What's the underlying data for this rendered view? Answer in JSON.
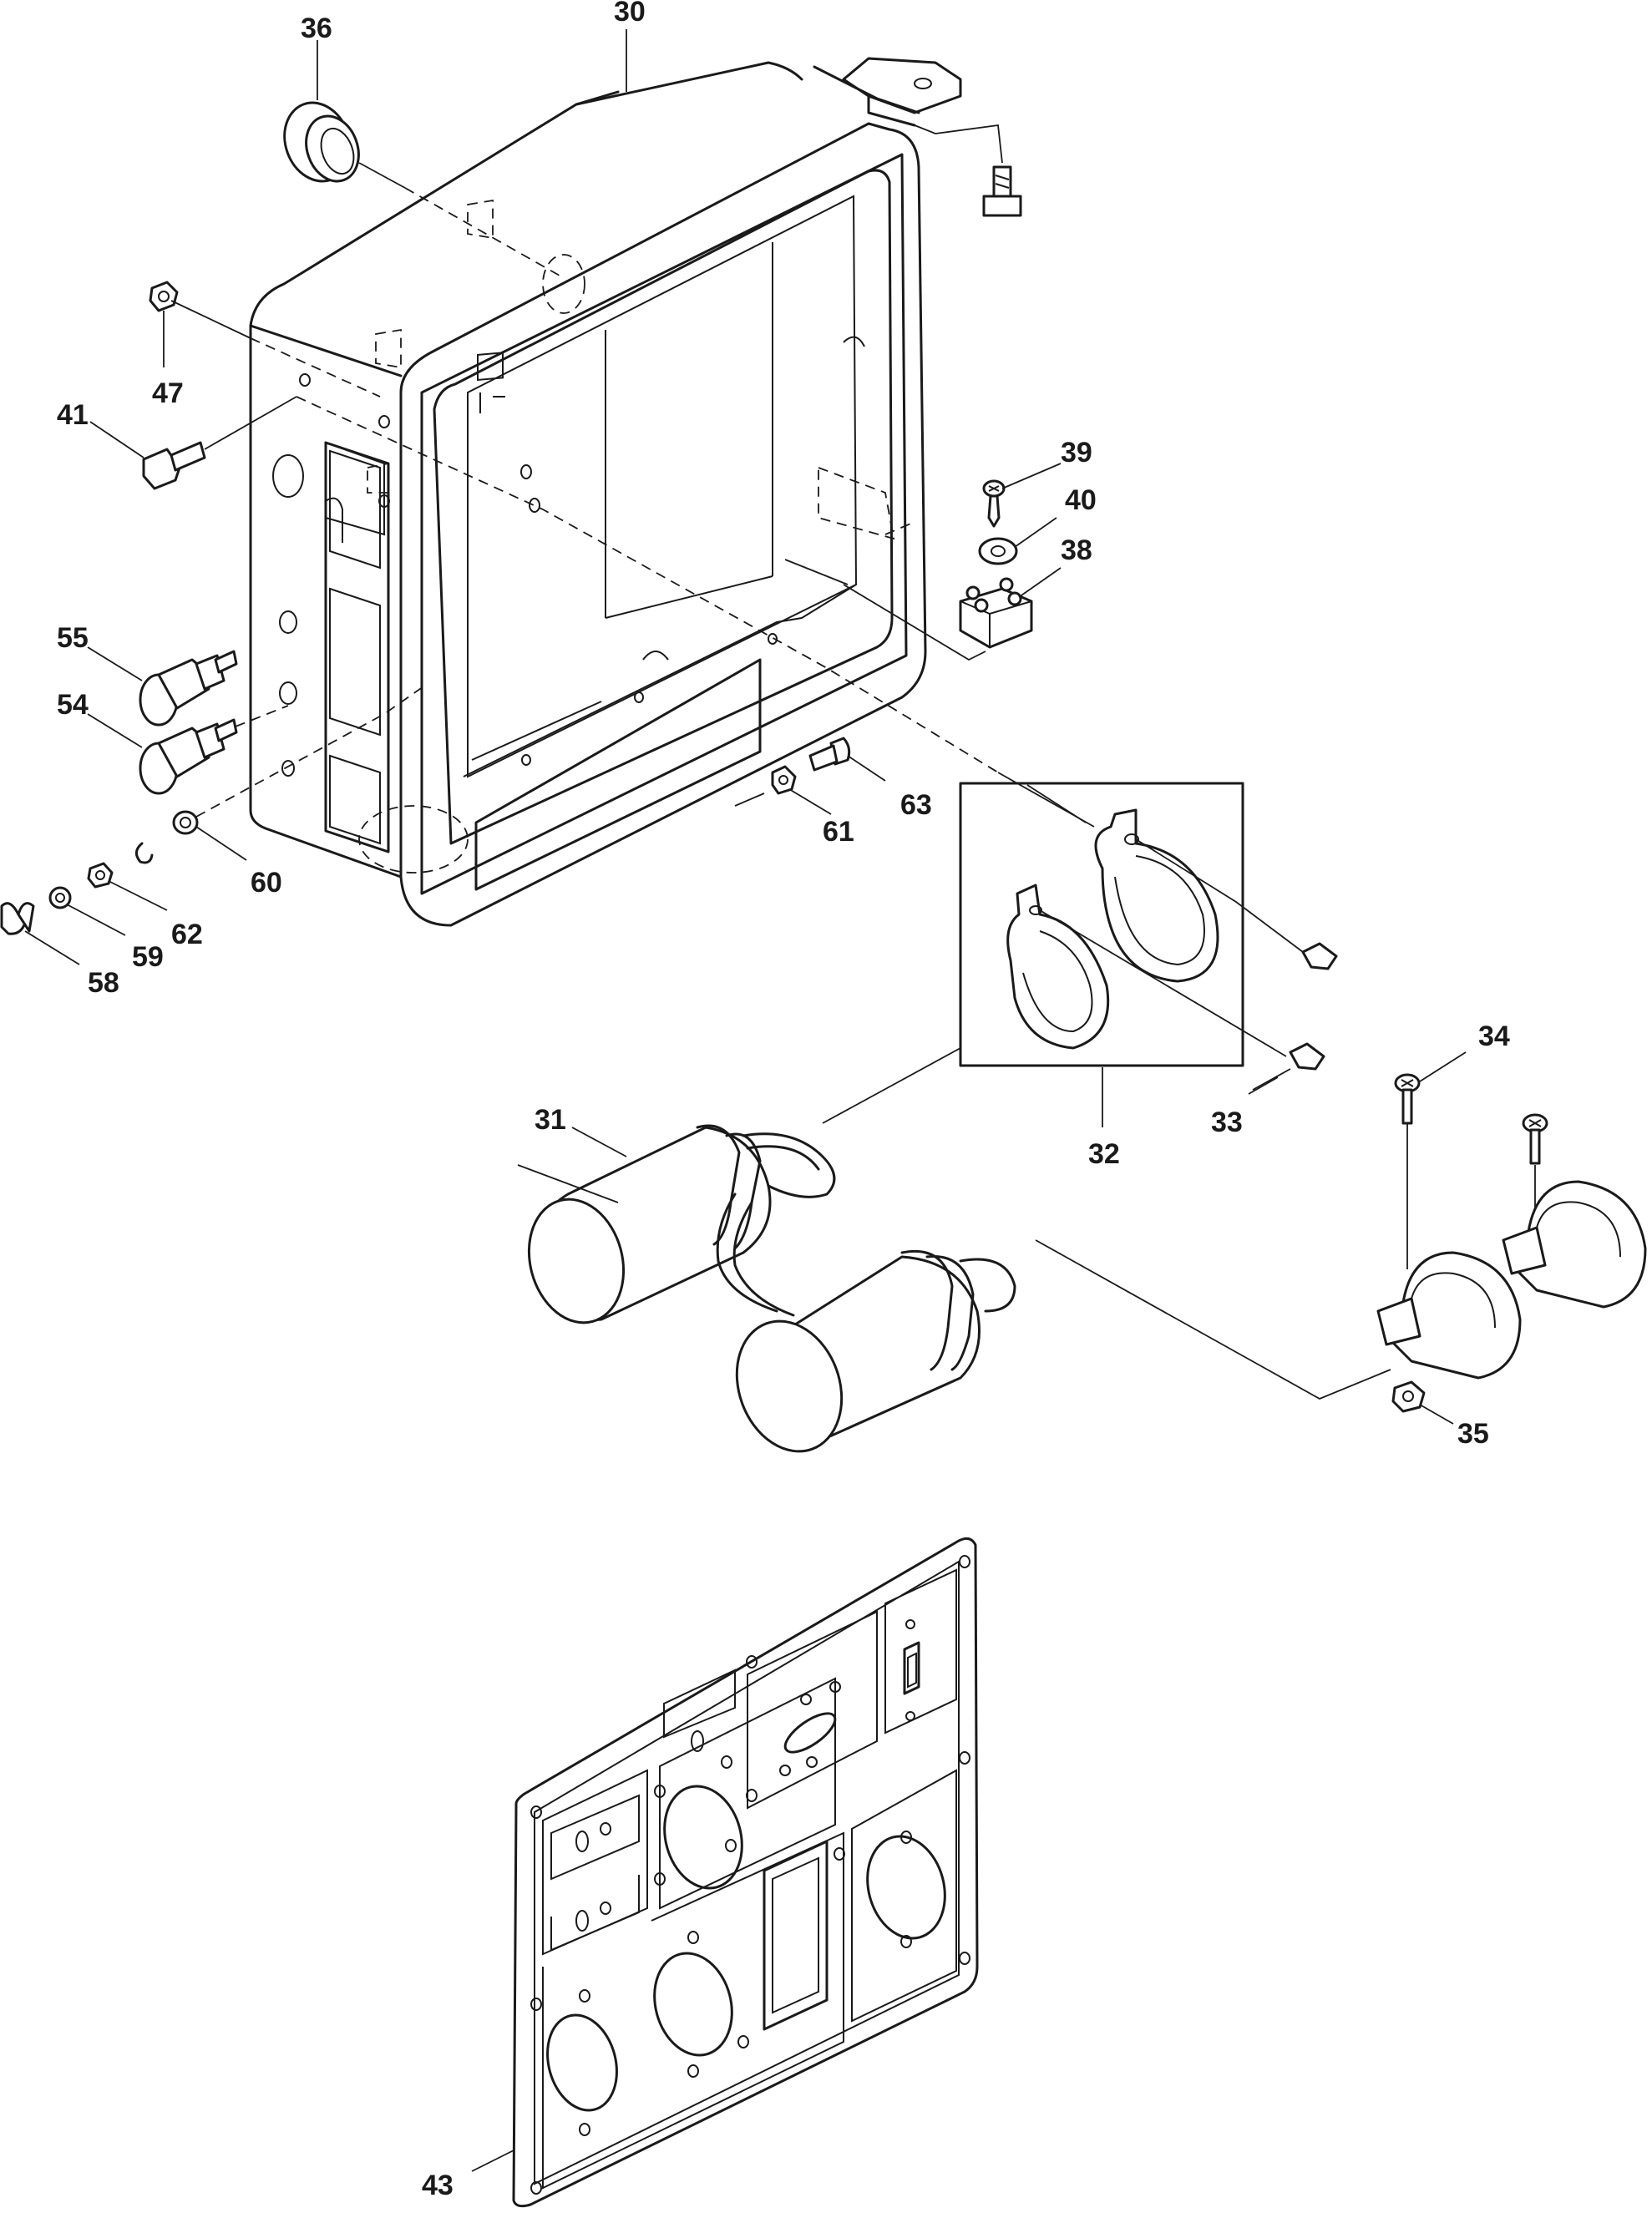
{
  "callouts": {
    "c30": "30",
    "c36": "36",
    "c47": "47",
    "c41": "41",
    "c39": "39",
    "c40": "40",
    "c38": "38",
    "c55": "55",
    "c54": "54",
    "c60": "60",
    "c61": "61",
    "c63": "63",
    "c62": "62",
    "c59": "59",
    "c58": "58",
    "c31": "31",
    "c32": "32",
    "c33": "33",
    "c34": "34",
    "c35": "35",
    "c43": "43"
  }
}
